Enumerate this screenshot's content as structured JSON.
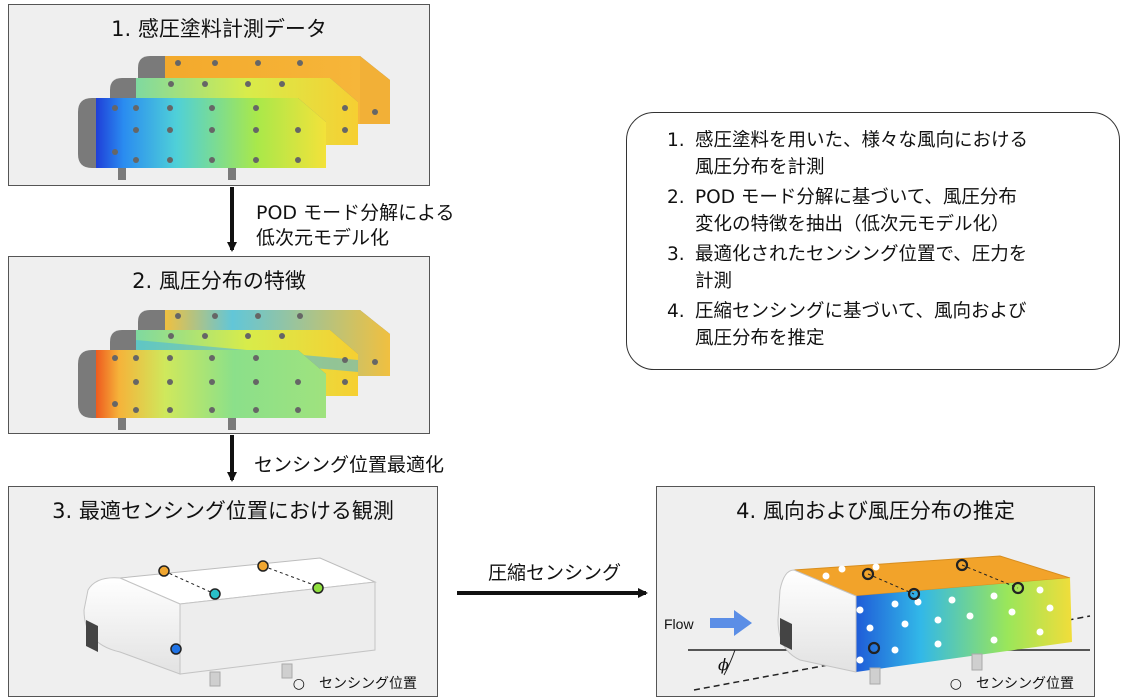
{
  "panels": {
    "p1": {
      "title": "1.  感圧塗料計測データ"
    },
    "p2": {
      "title": "2. 風圧分布の特徴"
    },
    "p3": {
      "title": "3. 最適センシング位置における観測",
      "caption": "○　センシング位置"
    },
    "p4": {
      "title": "4. 風向および風圧分布の推定",
      "caption": "○　センシング位置"
    }
  },
  "arrows": {
    "a1": {
      "line1": "POD モード分解による",
      "line2": "低次元モデル化"
    },
    "a2": {
      "label": "センシング位置最適化"
    },
    "a3": {
      "label": "圧縮センシング"
    }
  },
  "flow": {
    "label": "Flow",
    "angle_symbol": "ϕ"
  },
  "steps": [
    {
      "num": "1.",
      "line1": "感圧塗料を用いた、様々な風向における",
      "line2": "風圧分布を計測"
    },
    {
      "num": "2.",
      "line1": "POD モード分解に基づいて、風圧分布",
      "line2": "変化の特徴を抽出（低次元モデル化）"
    },
    {
      "num": "3.",
      "line1": "最適化されたセンシング位置で、圧力を",
      "line2": "計測"
    },
    {
      "num": "4.",
      "line1": "圧縮センシングに基づいて、風向および",
      "line2": "風圧分布を推定"
    }
  ],
  "colors": {
    "panel_bg": "#efefef",
    "arrow": "#111111",
    "flow_arrow": "#5b8ee6"
  }
}
